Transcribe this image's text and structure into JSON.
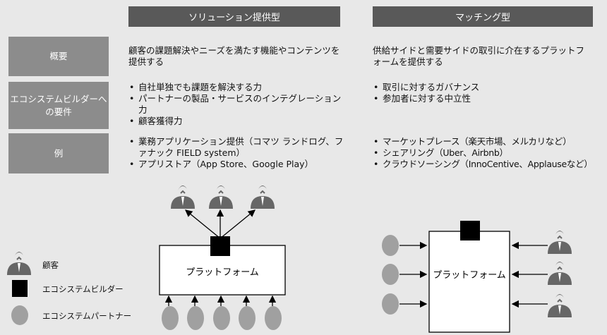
{
  "columns": [
    "ソリューション提供型",
    "マッチング型"
  ],
  "rows": [
    {
      "label": "概要",
      "solution": "顧客の課題解決やニーズを満たす機能やコンテンツを提供する",
      "matching": "供給サイドと需要サイドの取引に介在するプラットフォームを提供する"
    },
    {
      "label": "エコシステムビルダーへの要件",
      "solution": [
        "自社単独でも課題を解決する力",
        "パートナーの製品・サービスのインテグレーション力",
        "顧客獲得力"
      ],
      "matching": [
        "取引に対するガバナンス",
        "参加者に対する中立性"
      ]
    },
    {
      "label": "例",
      "solution": [
        "業務アプリケーション提供（コマツ ランドログ、ファナック FIELD system）",
        "アプリストア（App Store、Google Play）"
      ],
      "matching": [
        "マーケットプレース（楽天市場、メルカリなど）",
        "シェアリング（Uber、Airbnb）",
        "クラウドソーシング（InnoCentive、Applauseなど）"
      ]
    }
  ],
  "diagram": {
    "platform_label": "プラットフォーム"
  },
  "legend": {
    "customer": "顧客",
    "builder": "エコシステムビルダー",
    "partner": "エコシステムパートナー"
  },
  "colors": {
    "header": "#595959",
    "label": "#8c8c8c",
    "partner": "#a0a0a0",
    "customer": "#666666",
    "builder": "#000000"
  }
}
